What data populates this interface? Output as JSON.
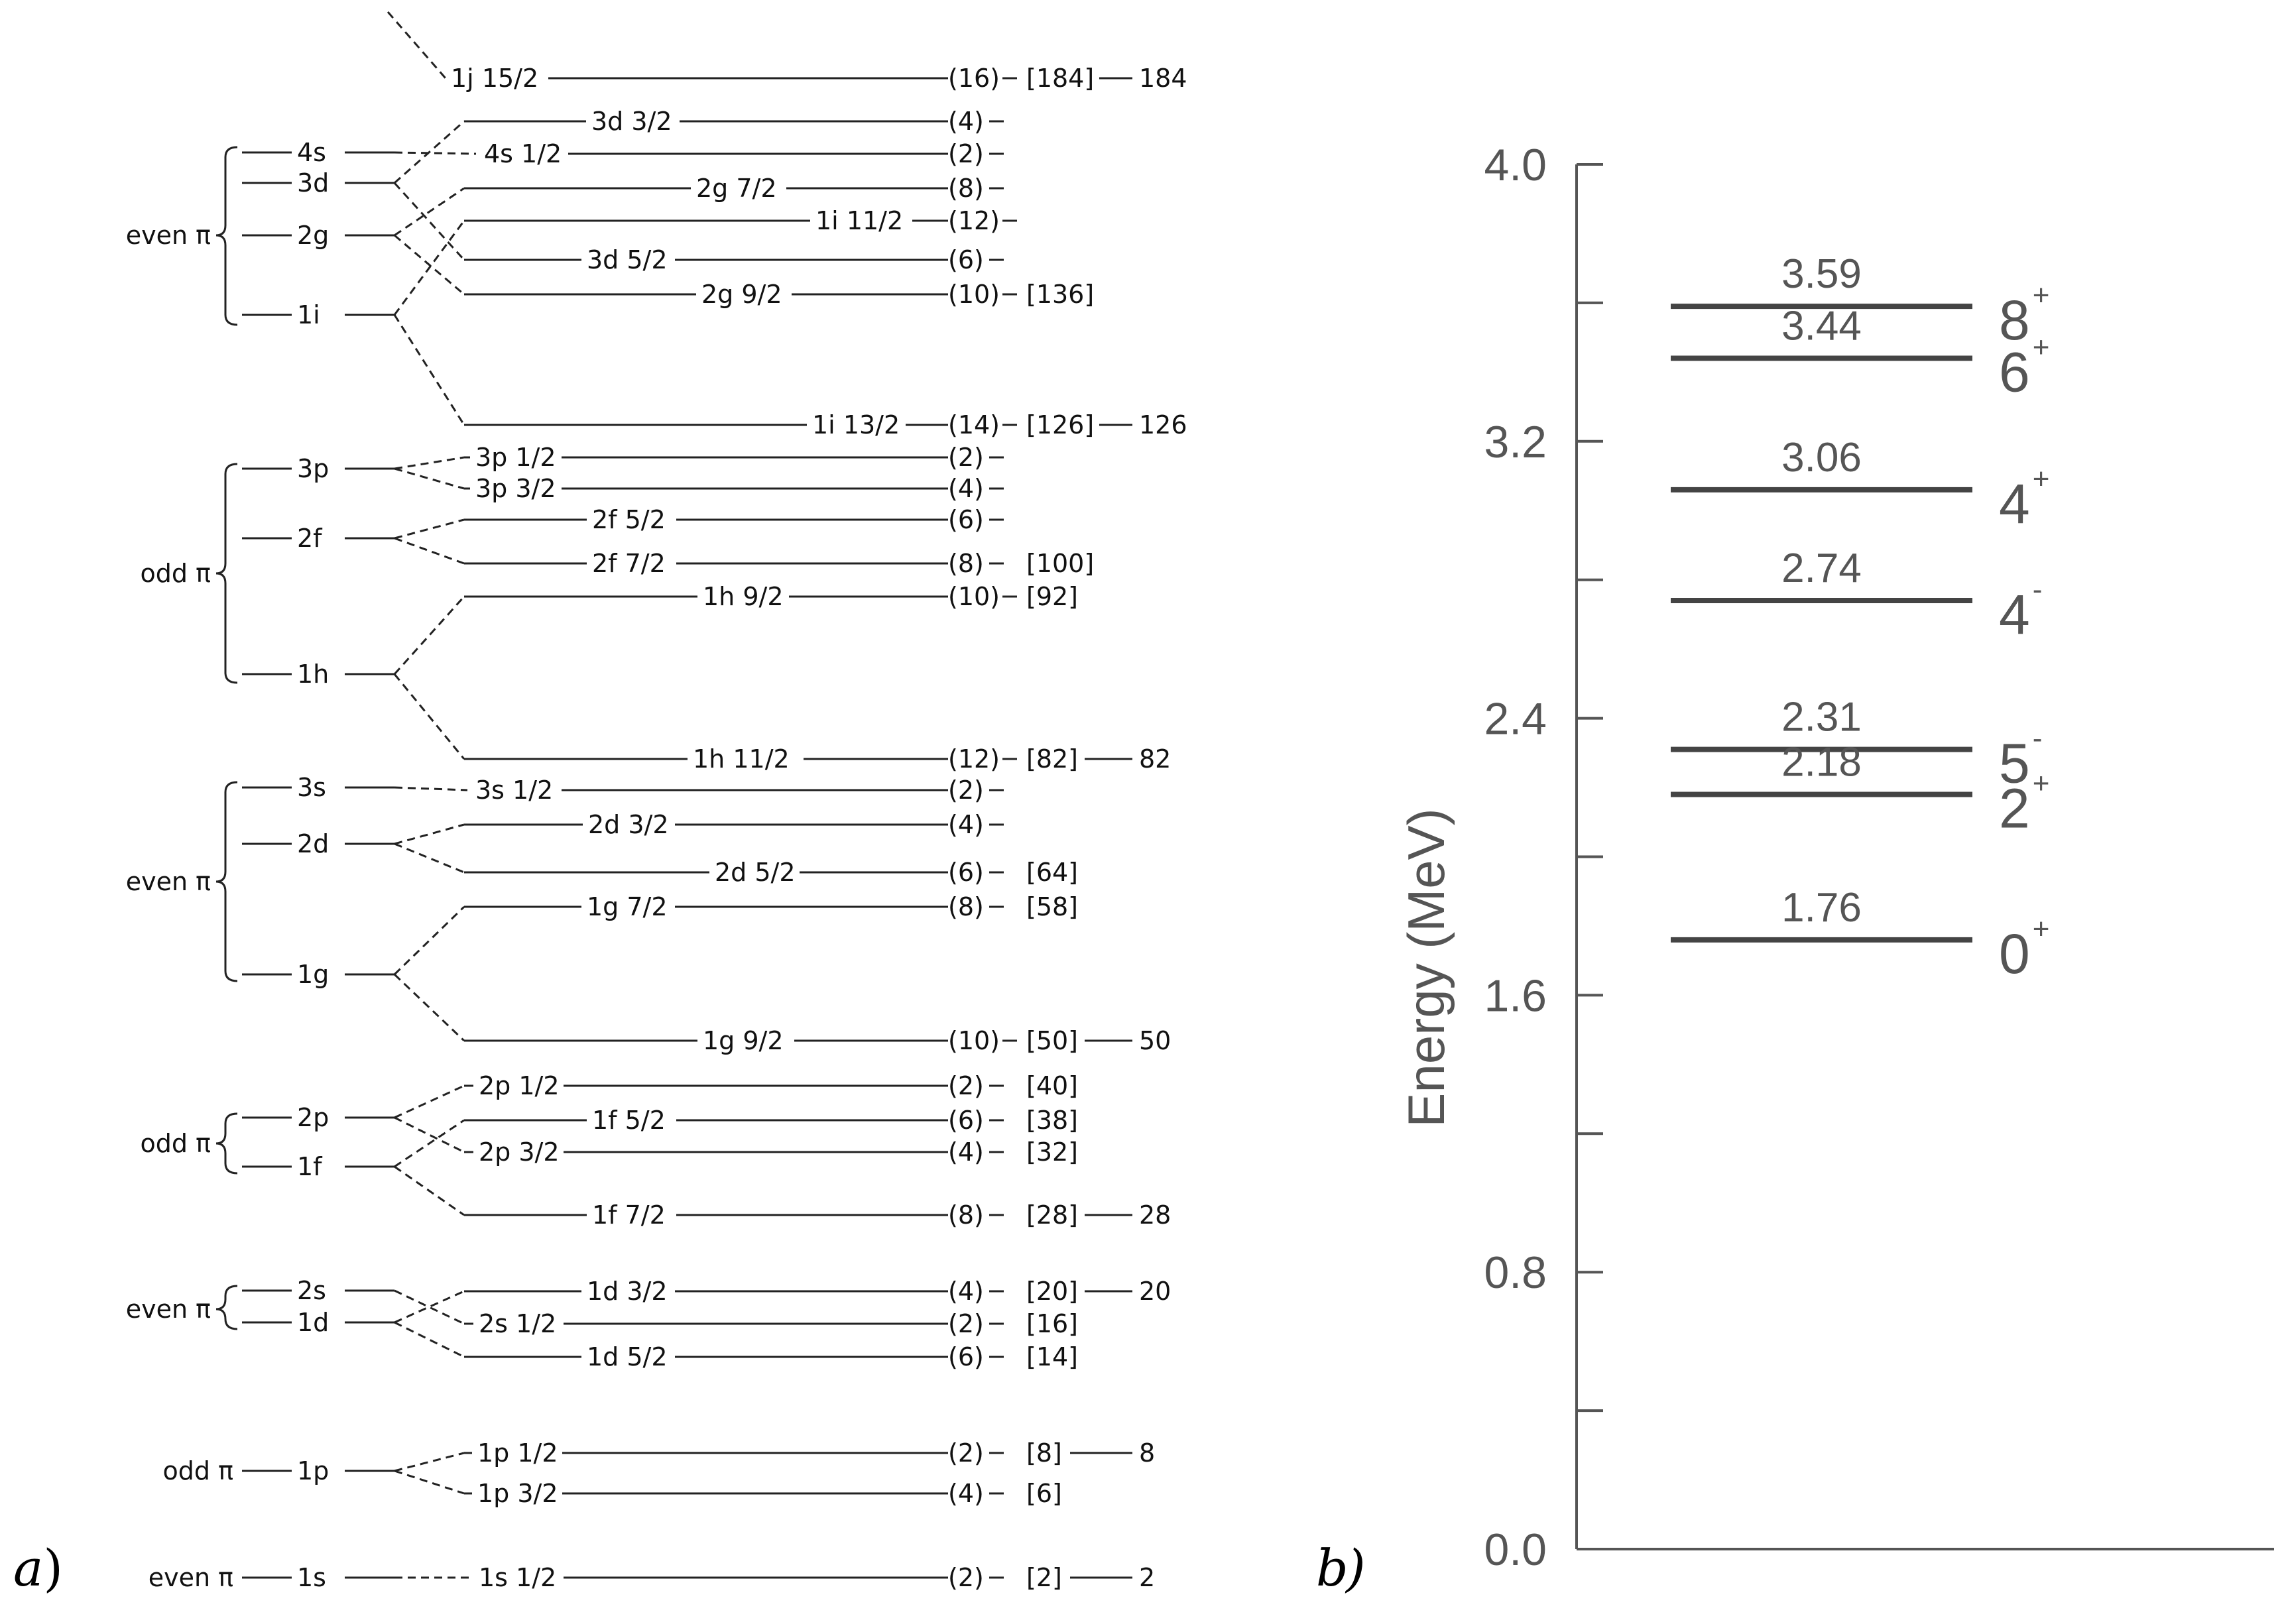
{
  "panel_a": {
    "label": "a",
    "paren": ")",
    "groups": [
      {
        "parity": "even π",
        "levels": [
          "4s",
          "3d",
          "2g",
          "1i"
        ]
      },
      {
        "parity": "odd π",
        "levels": [
          "3p",
          "2f",
          "1h"
        ]
      },
      {
        "parity": "even π",
        "levels": [
          "3s",
          "2d",
          "1g"
        ]
      },
      {
        "parity": "odd π",
        "levels": [
          "2p",
          "1f"
        ]
      },
      {
        "parity": "even π",
        "levels": [
          "2s",
          "1d"
        ]
      },
      {
        "parity": "odd π",
        "levels": [
          "1p"
        ]
      },
      {
        "parity": "even π",
        "levels": [
          "1s"
        ]
      }
    ],
    "subshells": [
      {
        "name": "1j 15/2",
        "deg": "(16)",
        "cum": "[184]",
        "magic": "184"
      },
      {
        "name": "3d 3/2",
        "deg": "(4)",
        "cum": "",
        "magic": ""
      },
      {
        "name": "4s 1/2",
        "deg": "(2)",
        "cum": "",
        "magic": ""
      },
      {
        "name": "2g 7/2",
        "deg": "(8)",
        "cum": "",
        "magic": ""
      },
      {
        "name": "1i 11/2",
        "deg": "(12)",
        "cum": "",
        "magic": ""
      },
      {
        "name": "3d 5/2",
        "deg": "(6)",
        "cum": "",
        "magic": ""
      },
      {
        "name": "2g 9/2",
        "deg": "(10)",
        "cum": "[136]",
        "magic": ""
      },
      {
        "name": "1i 13/2",
        "deg": "(14)",
        "cum": "[126]",
        "magic": "126"
      },
      {
        "name": "3p 1/2",
        "deg": "(2)",
        "cum": "",
        "magic": ""
      },
      {
        "name": "3p 3/2",
        "deg": "(4)",
        "cum": "",
        "magic": ""
      },
      {
        "name": "2f 5/2",
        "deg": "(6)",
        "cum": "",
        "magic": ""
      },
      {
        "name": "2f 7/2",
        "deg": "(8)",
        "cum": "[100]",
        "magic": ""
      },
      {
        "name": "1h 9/2",
        "deg": "(10)",
        "cum": "[92]",
        "magic": ""
      },
      {
        "name": "1h 11/2",
        "deg": "(12)",
        "cum": "[82]",
        "magic": "82"
      },
      {
        "name": "3s 1/2",
        "deg": "(2)",
        "cum": "",
        "magic": ""
      },
      {
        "name": "2d 3/2",
        "deg": "(4)",
        "cum": "",
        "magic": ""
      },
      {
        "name": "2d 5/2",
        "deg": "(6)",
        "cum": "[64]",
        "magic": ""
      },
      {
        "name": "1g 7/2",
        "deg": "(8)",
        "cum": "[58]",
        "magic": ""
      },
      {
        "name": "1g 9/2",
        "deg": "(10)",
        "cum": "[50]",
        "magic": "50"
      },
      {
        "name": "2p 1/2",
        "deg": "(2)",
        "cum": "[40]",
        "magic": ""
      },
      {
        "name": "1f 5/2",
        "deg": "(6)",
        "cum": "[38]",
        "magic": ""
      },
      {
        "name": "2p 3/2",
        "deg": "(4)",
        "cum": "[32]",
        "magic": ""
      },
      {
        "name": "1f 7/2",
        "deg": "(8)",
        "cum": "[28]",
        "magic": "28"
      },
      {
        "name": "1d 3/2",
        "deg": "(4)",
        "cum": "[20]",
        "magic": "20"
      },
      {
        "name": "2s 1/2",
        "deg": "(2)",
        "cum": "[16]",
        "magic": ""
      },
      {
        "name": "1d 5/2",
        "deg": "(6)",
        "cum": "[14]",
        "magic": ""
      },
      {
        "name": "1p 1/2",
        "deg": "(2)",
        "cum": "[8]",
        "magic": "8"
      },
      {
        "name": "1p 3/2",
        "deg": "(4)",
        "cum": "[6]",
        "magic": ""
      },
      {
        "name": "1s 1/2",
        "deg": "(2)",
        "cum": "[2]",
        "magic": "2"
      }
    ]
  },
  "panel_b": {
    "label": "b",
    "paren": ")",
    "ylabel": "Energy (MeV)",
    "ylim": [
      0.0,
      4.0
    ],
    "ticks": [
      "0.0",
      "0.8",
      "1.6",
      "2.4",
      "3.2",
      "4.0"
    ],
    "minor_tick_step": 0.4,
    "states": [
      {
        "energy": 3.59,
        "energy_label": "3.59",
        "spin": "8",
        "parity": "+"
      },
      {
        "energy": 3.44,
        "energy_label": "3.44",
        "spin": "6",
        "parity": "+"
      },
      {
        "energy": 3.06,
        "energy_label": "3.06",
        "spin": "4",
        "parity": "+"
      },
      {
        "energy": 2.74,
        "energy_label": "2.74",
        "spin": "4",
        "parity": "-"
      },
      {
        "energy": 2.31,
        "energy_label": "2.31",
        "spin": "5",
        "parity": "-"
      },
      {
        "energy": 2.18,
        "energy_label": "2.18",
        "spin": "2",
        "parity": "+"
      },
      {
        "energy": 1.76,
        "energy_label": "1.76",
        "spin": "0",
        "parity": "+"
      }
    ],
    "line_color": "#444444",
    "text_color": "#555555"
  }
}
